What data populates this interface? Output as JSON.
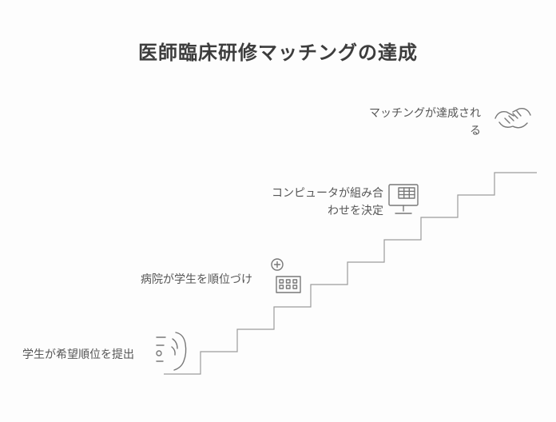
{
  "title": "医師臨床研修マッチングの達成",
  "colors": {
    "background": "#fdfdfd",
    "title_text": "#3d3d3d",
    "label_text": "#565656",
    "stair_line": "#9b9b9b",
    "icon_stroke": "#787878"
  },
  "diagram_type": "staircase-process",
  "steps": [
    {
      "order": 1,
      "label": "学生が希望順位を提出",
      "lines": [
        "学生が希望順位を提出"
      ],
      "icon": "hand-list-icon"
    },
    {
      "order": 2,
      "label": "病院が学生を順位づけ",
      "lines": [
        "病院が学生を順位づけ"
      ],
      "icon": "hospital-icon"
    },
    {
      "order": 3,
      "label": "コンピュータが組み合わせを決定",
      "lines": [
        "コンピュータが組み合",
        "わせを決定"
      ],
      "icon": "computer-icon"
    },
    {
      "order": 4,
      "label": "マッチングが達成される",
      "lines": [
        "マッチングが達成され",
        "る"
      ],
      "icon": "handshake-icon"
    }
  ]
}
